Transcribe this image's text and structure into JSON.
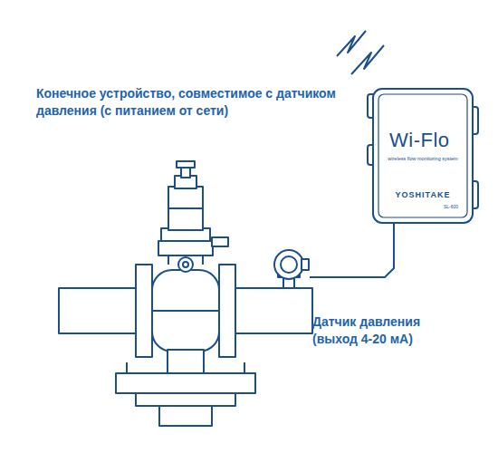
{
  "diagram": {
    "nodes": [
      {
        "text": [
          "Wi-Flo",
          "wireless flow monitoring system",
          "YOSHITAKE",
          "SL-600"
        ]
      },
      {
        "text": [
          "Датчик давления (выход 4-20 мА)"
        ]
      }
    ],
    "edges": [
      {
        "from": 1,
        "to": 0,
        "arrow": "none"
      }
    ],
    "labels": [
      "Конечное устройство, совместимое с датчиком давления  (с питанием от сети)"
    ]
  }
}
